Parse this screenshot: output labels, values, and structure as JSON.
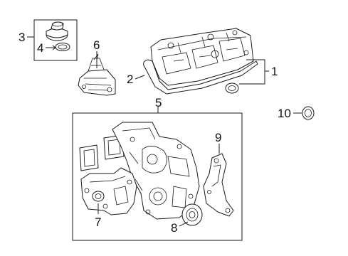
{
  "callouts": {
    "c1": "1",
    "c2": "2",
    "c3": "3",
    "c4": "4",
    "c5": "5",
    "c6": "6",
    "c7": "7",
    "c8": "8",
    "c9": "9",
    "c10": "10"
  },
  "parts": [
    {
      "callout": "1",
      "icon": "valve-cover-assembly-icon"
    },
    {
      "callout": "2",
      "icon": "valve-cover-gasket-icon"
    },
    {
      "callout": "3",
      "icon": "oil-filler-cap-group-icon"
    },
    {
      "callout": "4",
      "icon": "cap-gasket-icon"
    },
    {
      "callout": "5",
      "icon": "timing-cover-group-icon"
    },
    {
      "callout": "6",
      "icon": "pcv-valve-breather-icon"
    },
    {
      "callout": "7",
      "icon": "timing-cover-seal-icon"
    },
    {
      "callout": "8",
      "icon": "crankshaft-seal-icon"
    },
    {
      "callout": "9",
      "icon": "timing-cover-bracket-icon"
    },
    {
      "callout": "10",
      "icon": "camshaft-seal-icon"
    }
  ]
}
